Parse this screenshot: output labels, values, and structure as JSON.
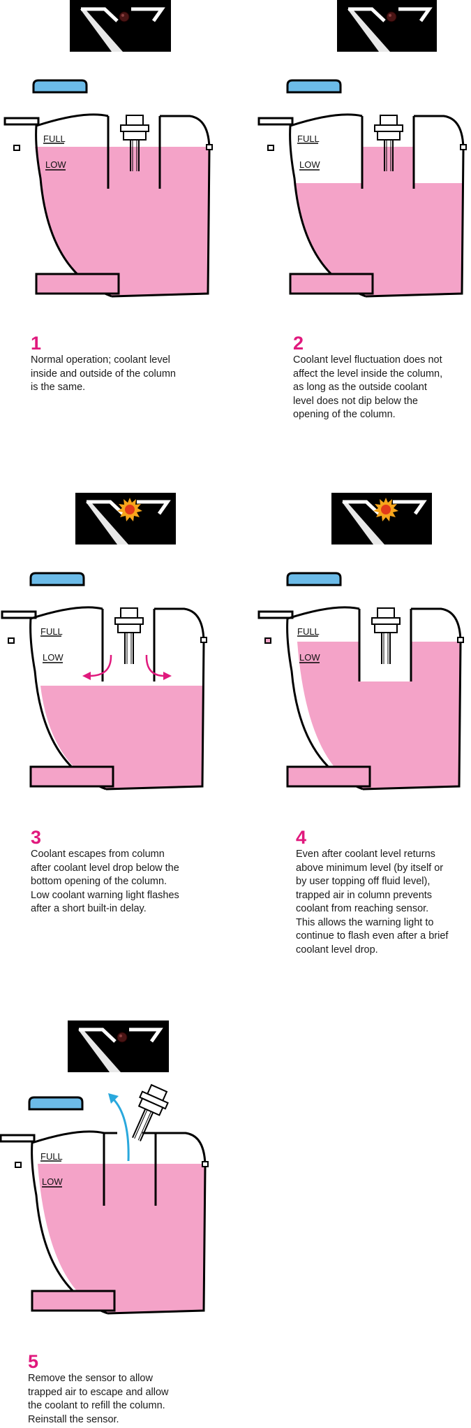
{
  "colors": {
    "coolant": "#f4a3c8",
    "cap": "#6cbbe8",
    "accent": "#e0197d",
    "arrow_blue": "#29a8dd",
    "dashboard": "#000000",
    "lamp_off": "#4a1515",
    "lamp_on_core": "#e23a1a",
    "lamp_on_ray": "#f7a51c"
  },
  "tank_labels": {
    "full": "FULL",
    "low": "LOW"
  },
  "panels": [
    {
      "number": "1",
      "caption": [
        "Normal operation; coolant level",
        "inside and outside of the column",
        "is the same."
      ],
      "warning_light": "off",
      "icons": [
        "warning-lamp-icon",
        "coolant-level-sensor-icon"
      ]
    },
    {
      "number": "2",
      "caption": [
        "Coolant level fluctuation does not",
        "affect the level inside the column,",
        "as long as the outside coolant",
        "level does not dip below the",
        "opening of the column."
      ],
      "warning_light": "off",
      "icons": [
        "warning-lamp-icon",
        "coolant-level-sensor-icon"
      ]
    },
    {
      "number": "3",
      "caption": [
        "Coolant escapes from column",
        "after coolant level drop below the",
        "bottom opening of the column.",
        "Low coolant warning light flashes",
        "after a short built-in delay."
      ],
      "warning_light": "flashing",
      "icons": [
        "warning-lamp-icon",
        "coolant-level-sensor-icon",
        "flow-arrow-icon"
      ]
    },
    {
      "number": "4",
      "caption": [
        "Even after coolant level returns",
        "above minimum level (by itself or",
        "by user topping off fluid level),",
        "trapped air in column prevents",
        "coolant from reaching sensor.",
        "This allows the warning light to",
        "continue to flash even after a brief",
        "coolant level drop."
      ],
      "warning_light": "flashing",
      "icons": [
        "warning-lamp-icon",
        "coolant-level-sensor-icon"
      ]
    },
    {
      "number": "5",
      "caption": [
        "Remove the sensor to allow",
        "trapped air to escape and allow",
        "the coolant to refill the column.",
        "Reinstall the sensor."
      ],
      "warning_light": "off",
      "icons": [
        "warning-lamp-icon",
        "coolant-level-sensor-icon",
        "air-escape-arrow-icon"
      ]
    }
  ]
}
